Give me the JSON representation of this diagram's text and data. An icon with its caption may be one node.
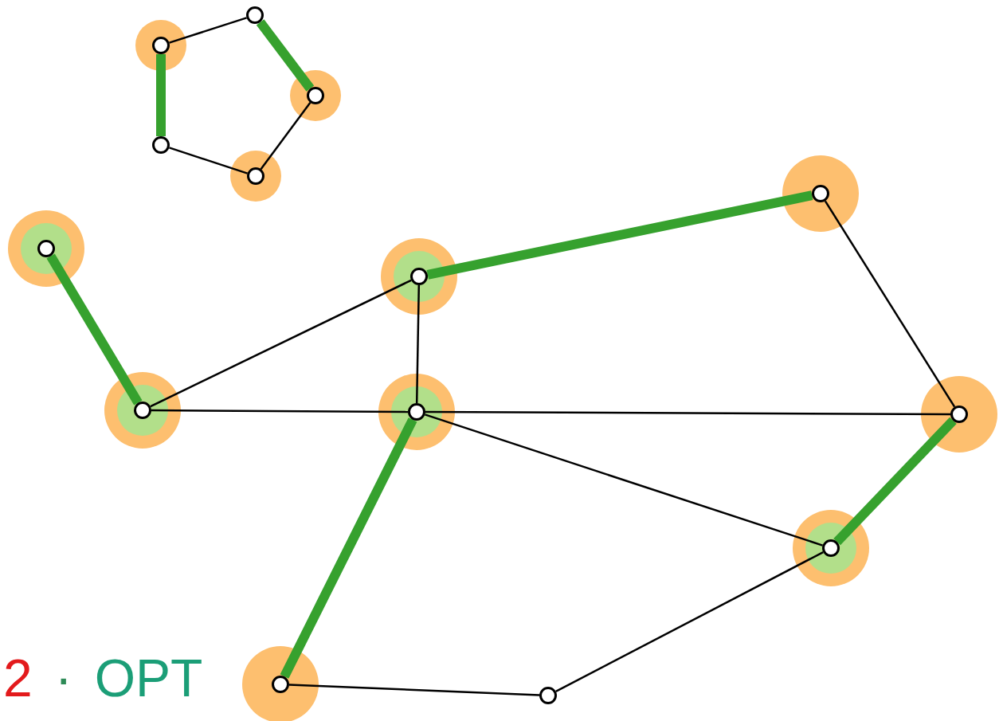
{
  "diagram": {
    "nodes": [
      {
        "text": [],
        "shape": "circle"
      },
      {
        "text": [],
        "shape": "circle"
      },
      {
        "text": [],
        "shape": "circle"
      },
      {
        "text": [],
        "shape": "circle"
      },
      {
        "text": [],
        "shape": "circle"
      },
      {
        "text": [],
        "shape": "circle"
      },
      {
        "text": [],
        "shape": "circle"
      },
      {
        "text": [],
        "shape": "circle"
      },
      {
        "text": [],
        "shape": "circle"
      },
      {
        "text": [],
        "shape": "circle"
      },
      {
        "text": [],
        "shape": "circle"
      },
      {
        "text": [],
        "shape": "circle"
      },
      {
        "text": [],
        "shape": "circle"
      },
      {
        "text": [],
        "shape": "circle"
      }
    ],
    "edges": [
      {
        "from": 1,
        "to": 0,
        "arrow": "none"
      },
      {
        "from": 0,
        "to": 2,
        "arrow": "none",
        "style": "thick",
        "color": "#36a12e"
      },
      {
        "from": 2,
        "to": 4,
        "arrow": "none"
      },
      {
        "from": 4,
        "to": 3,
        "arrow": "none"
      },
      {
        "from": 3,
        "to": 1,
        "arrow": "none",
        "style": "thick",
        "color": "#36a12e"
      },
      {
        "from": 6,
        "to": 8,
        "arrow": "none",
        "style": "thick",
        "color": "#36a12e"
      },
      {
        "from": 8,
        "to": 7,
        "arrow": "none"
      },
      {
        "from": 7,
        "to": 5,
        "arrow": "none",
        "style": "thick",
        "color": "#36a12e"
      },
      {
        "from": 5,
        "to": 10,
        "arrow": "none"
      },
      {
        "from": 7,
        "to": 9,
        "arrow": "none"
      },
      {
        "from": 8,
        "to": 9,
        "arrow": "none"
      },
      {
        "from": 9,
        "to": 10,
        "arrow": "none"
      },
      {
        "from": 9,
        "to": 11,
        "arrow": "none"
      },
      {
        "from": 10,
        "to": 11,
        "arrow": "none",
        "style": "thick",
        "color": "#36a12e"
      },
      {
        "from": 9,
        "to": 12,
        "arrow": "none",
        "style": "thick",
        "color": "#36a12e"
      },
      {
        "from": 12,
        "to": 13,
        "arrow": "none"
      },
      {
        "from": 13,
        "to": 11,
        "arrow": "none"
      }
    ],
    "labels": [
      "2",
      "·",
      "OPT"
    ]
  }
}
